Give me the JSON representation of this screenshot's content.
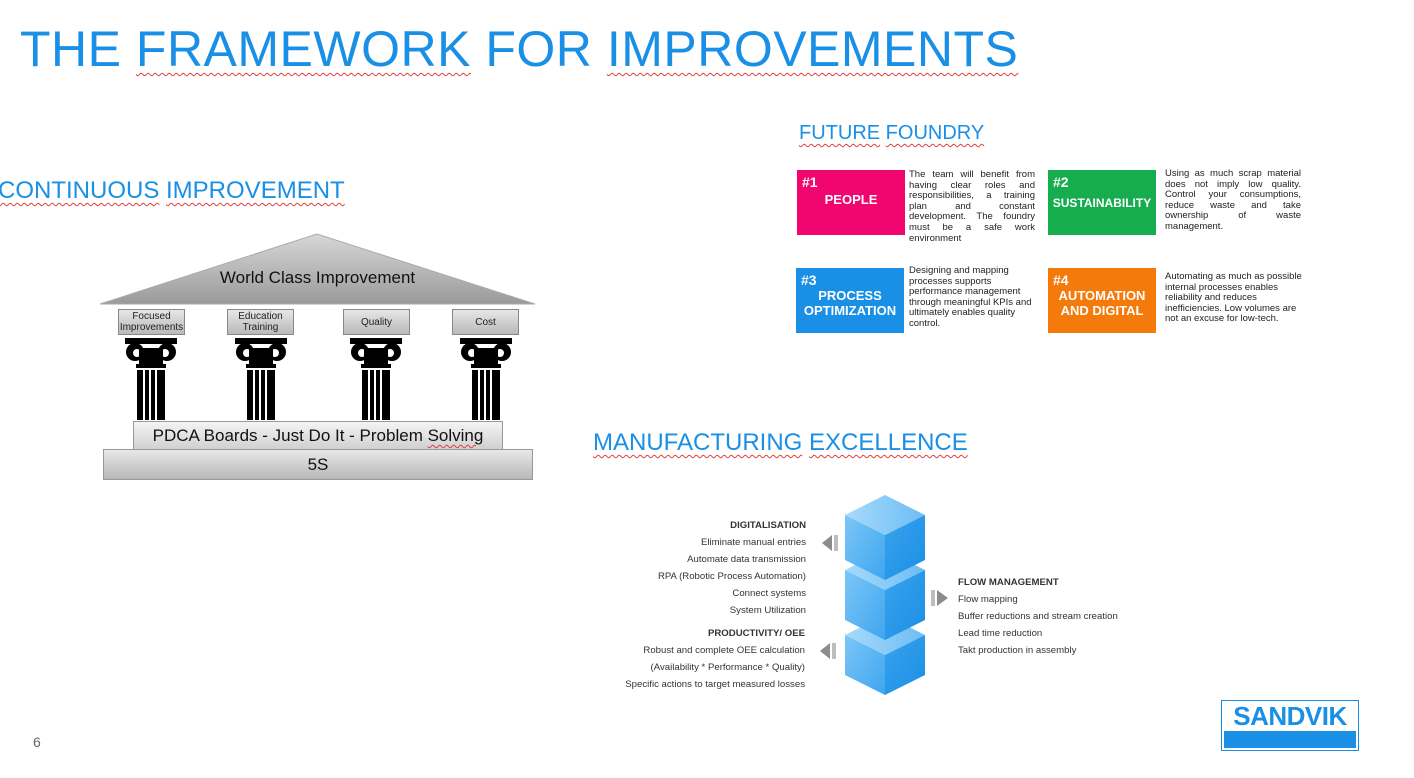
{
  "title": {
    "word1": "THE",
    "word2": "FRAMEWORK",
    "word3": "FOR",
    "word4": "IMPROVEMENTS"
  },
  "continuous": {
    "heading1": "CONTINUOUS",
    "heading2": "IMPROVEMENT",
    "roof": "World Class Improvement",
    "pillars": [
      "Focused Improvements",
      "Education Training",
      "Quality",
      "Cost"
    ],
    "base1_part1": "PDCA Boards - Just Do It - Problem ",
    "base1_part2": "Solving",
    "base2": "5S"
  },
  "foundry": {
    "heading1": "FUTURE",
    "heading2": "FOUNDRY",
    "cards": [
      {
        "num": "#1",
        "name": "PEOPLE",
        "color": "#f0066e",
        "desc": "The team will benefit from having clear roles and responsibilities, a training plan and constant development. The foundry must be a safe work environment"
      },
      {
        "num": "#2",
        "name": "SUSTAINABILITY",
        "color": "#16ad4f",
        "desc": "Using as much scrap material does not imply low quality. Control your consumptions, reduce waste and take ownership of waste management."
      },
      {
        "num": "#3",
        "name_line1": "PROCESS",
        "name_line2": "OPTIMIZATION",
        "color": "#1a8fe6",
        "desc": "Designing and mapping processes supports performance management through meaningful KPIs and ultimately enables quality control."
      },
      {
        "num": "#4",
        "name_line1": "AUTOMATION",
        "name_line2": "AND DIGITAL",
        "color": "#f47a0c",
        "desc": "Automating as much as possible internal processes enables reliability and reduces inefficiencies. Low volumes are not an excuse for low-tech."
      }
    ]
  },
  "manufacturing": {
    "heading1": "MANUFACTURING",
    "heading2": "EXCELLENCE",
    "digital": {
      "title": "DIGITALISATION",
      "items": [
        "Eliminate manual entries",
        "Automate data transmission",
        "RPA (Robotic Process Automation)",
        "Connect systems",
        "System Utilization"
      ]
    },
    "productivity": {
      "title": "PRODUCTIVITY/ OEE",
      "items": [
        "Robust and complete OEE calculation",
        "(Availability * Performance * Quality)",
        "Specific actions to target measured losses"
      ]
    },
    "flow": {
      "title": "FLOW MANAGEMENT",
      "items": [
        "Flow mapping",
        "Buffer reductions and stream creation",
        "Lead time reduction",
        "Takt production in assembly"
      ]
    }
  },
  "logo": "SANDVIK",
  "page_number": "6",
  "colors": {
    "accent": "#1a8fe6"
  }
}
